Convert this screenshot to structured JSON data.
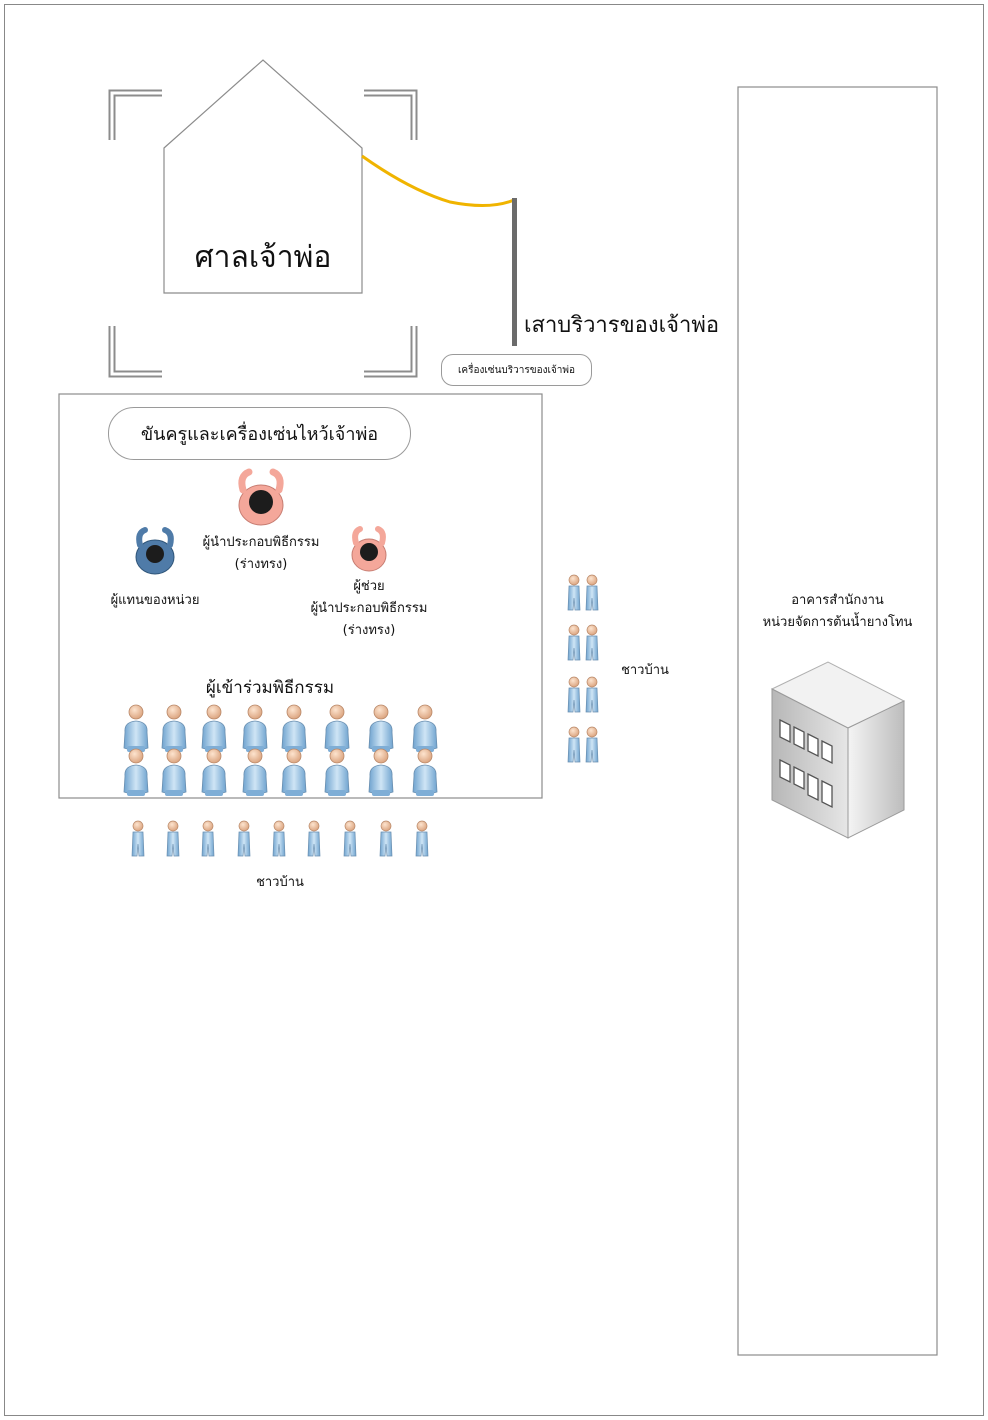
{
  "shrine": {
    "label": "ศาลเจ้าพ่อ"
  },
  "pole": {
    "label": "เสาบริวารของเจ้าพ่อ",
    "offering_label": "เครื่องเซ่นบริวารของเจ้าพ่อ"
  },
  "ceremony": {
    "offering_tray_label": "ขันครูและเครื่องเซ่นไหว้เจ้าพ่อ",
    "leader_label_line1": "ผู้นำประกอบพิธีกรรม",
    "leader_label_line2": "(ร่างทรง)",
    "representative_label": "ผู้แทนของหน่วย",
    "assistant_label_line1": "ผู้ช่วย",
    "assistant_label_line2": "ผู้นำประกอบพิธีกรรม",
    "assistant_label_line3": "(ร่างทรง)",
    "participants_label": "ผู้เข้าร่วมพิธีกรรม"
  },
  "villagers": {
    "label_side": "ชาวบ้าน",
    "label_bottom": "ชาวบ้าน"
  },
  "office": {
    "label_line1": "อาคารสำนักงาน",
    "label_line2": "หน่วยจัดการต้นน้ำยางโทน"
  },
  "colors": {
    "leader_body": "#f4a79a",
    "representative_body": "#4f7ba8",
    "person_skin": "#f0c8a8",
    "person_body": "#a8cce8",
    "rope": "#f0b400",
    "pole": "#6b6b6b"
  }
}
